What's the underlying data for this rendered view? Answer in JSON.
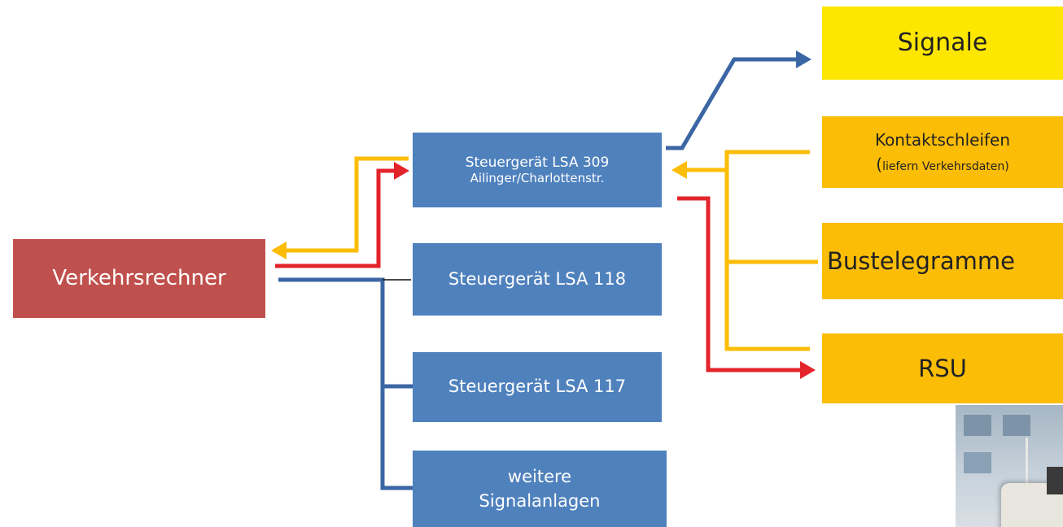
{
  "colors": {
    "red": "#c0504d",
    "blue": "#4f81bd",
    "orange": "#fbbd06",
    "yellow": "#fde701",
    "line_blue": "#3b66a4",
    "line_orange": "#fbbd06",
    "line_red": "#e3242b"
  },
  "nodes": {
    "verkehrsrechner": {
      "label": "Verkehrsrechner"
    },
    "lsa309": {
      "line1": "Steuergerät LSA 309",
      "line2": "Ailinger/Charlottenstr."
    },
    "lsa118": {
      "label": "Steuergerät LSA 118"
    },
    "lsa117": {
      "label": "Steuergerät LSA 117"
    },
    "weitere": {
      "line1": "weitere",
      "line2": "Signalanlagen"
    },
    "signale": {
      "label": "Signale"
    },
    "kontaktschleifen": {
      "line1": "Kontaktschleifen",
      "paren_open": "(",
      "line2": "liefern Verkehrsdaten)"
    },
    "bustelegramme": {
      "label": "Bustelegramme"
    },
    "rsu": {
      "label": "RSU"
    }
  },
  "photo": {
    "icon": "roadside-unit-photo"
  }
}
